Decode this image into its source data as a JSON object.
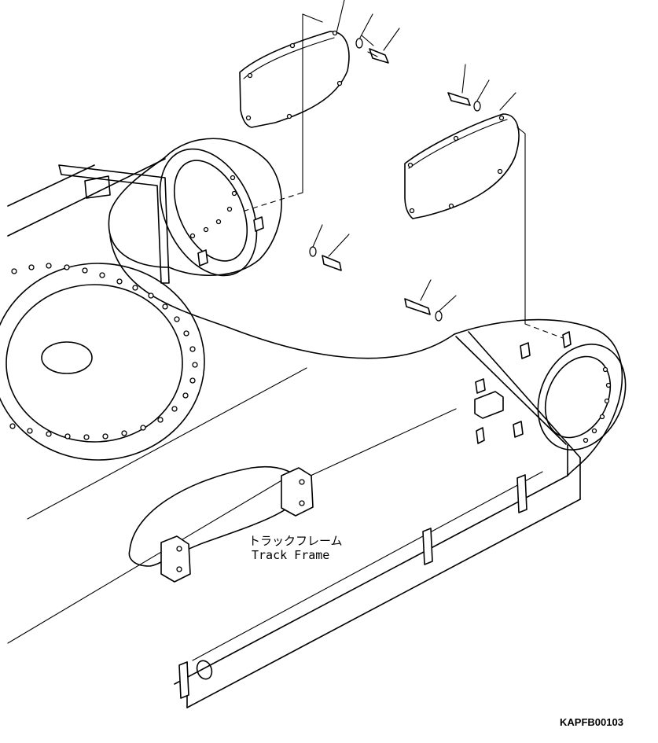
{
  "diagram": {
    "label_japanese": "トラックフレーム",
    "label_english": "Track Frame",
    "drawing_code": "KAPFB00103"
  },
  "colors": {
    "line": "#000000",
    "background": "#ffffff"
  }
}
